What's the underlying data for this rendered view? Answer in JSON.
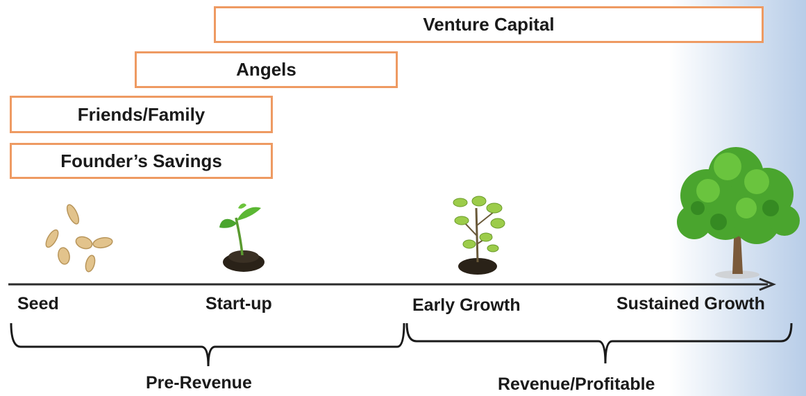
{
  "funding_sources": [
    {
      "label": "Venture Capital"
    },
    {
      "label": "Angels"
    },
    {
      "label": "Friends/Family"
    },
    {
      "label": "Founder’s Savings"
    }
  ],
  "stages": [
    {
      "label": "Seed",
      "icon": "seeds-icon"
    },
    {
      "label": "Start-up",
      "icon": "sprout-icon"
    },
    {
      "label": "Early Growth",
      "icon": "sapling-icon"
    },
    {
      "label": "Sustained Growth",
      "icon": "tree-icon"
    }
  ],
  "phases": [
    {
      "label": "Pre-Revenue"
    },
    {
      "label": "Revenue/Profitable"
    }
  ],
  "colors": {
    "box_border": "#ee9a62",
    "arrow": "#2b2b2b",
    "leaf": "#4aa52e",
    "soil": "#2a2218",
    "seed": "#e2c38c",
    "trunk": "#7a5a3a"
  }
}
